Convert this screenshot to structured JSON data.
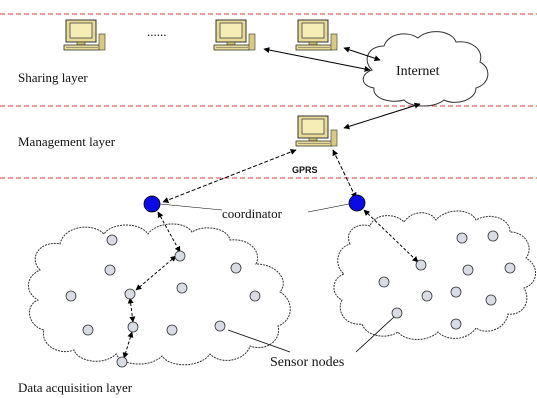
{
  "layers": {
    "sharing": "Sharing layer",
    "management": "Management layer",
    "acquisition": "Data acquisition layer"
  },
  "ellipsis": "......",
  "internet": "Internet",
  "gprs": "GPRS",
  "coordinator": "coordinator",
  "sensor_nodes": "Sensor nodes",
  "colors": {
    "divider": "#e23b3b",
    "coordinator_fill": "#0a0ae6",
    "sensor_fill": "#d9dde3",
    "computer_body": "#e8dc96",
    "computer_screen": "#f2e7a4"
  },
  "icons": [
    "computer-icon",
    "cloud-icon",
    "coordinator-node-icon",
    "sensor-node-icon"
  ]
}
